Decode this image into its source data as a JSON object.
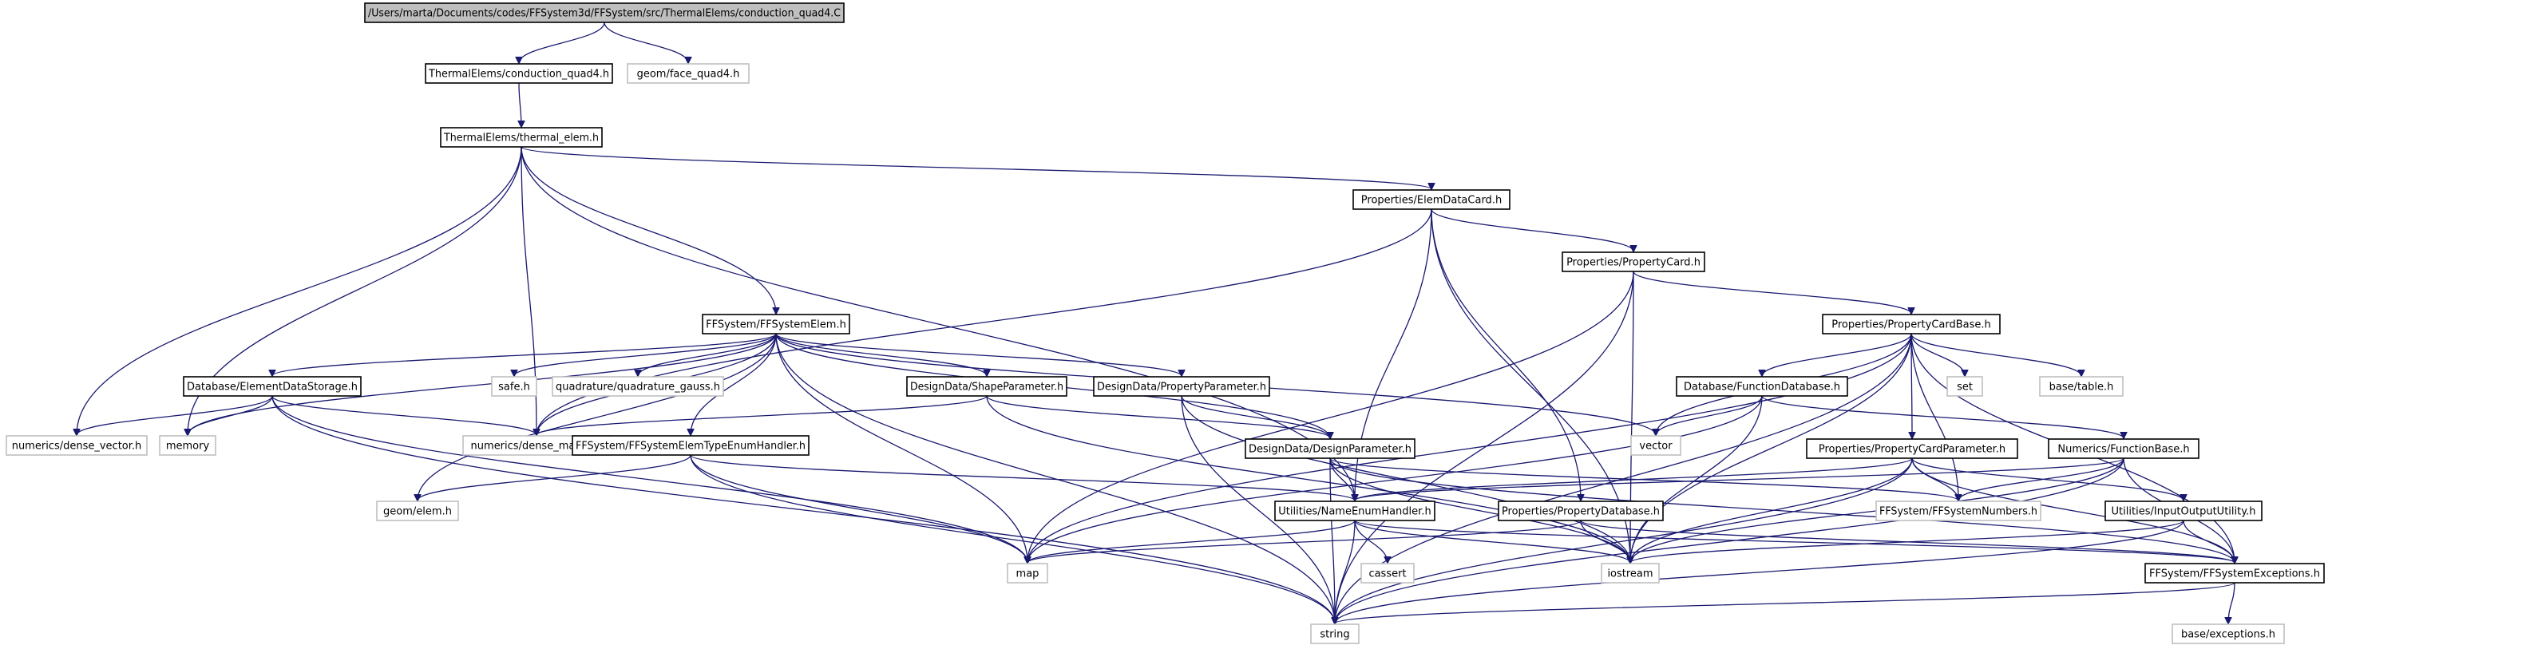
{
  "diagram": {
    "colors": {
      "edge": "#191970",
      "box_border": "#000000",
      "root_fill": "#bfbfbf",
      "leaf_border": "#bfbfbf",
      "text": "#000000"
    },
    "nodes": [
      {
        "id": "root",
        "label": "/Users/marta/Documents/codes/FFSystem3d/FFSystem/src/ThermalElems/conduction_quad4.C",
        "kind": "root"
      },
      {
        "id": "cq4h",
        "label": "ThermalElems/conduction_quad4.h",
        "kind": "file"
      },
      {
        "id": "gq4",
        "label": "geom/face_quad4.h",
        "kind": "leaf"
      },
      {
        "id": "tel",
        "label": "ThermalElems/thermal_elem.h",
        "kind": "file"
      },
      {
        "id": "edc",
        "label": "Properties/ElemDataCard.h",
        "kind": "file"
      },
      {
        "id": "pc",
        "label": "Properties/PropertyCard.h",
        "kind": "file"
      },
      {
        "id": "ffe",
        "label": "FFSystem/FFSystemElem.h",
        "kind": "file"
      },
      {
        "id": "pcb",
        "label": "Properties/PropertyCardBase.h",
        "kind": "file"
      },
      {
        "id": "eds",
        "label": "Database/ElementDataStorage.h",
        "kind": "file"
      },
      {
        "id": "safe",
        "label": "safe.h",
        "kind": "leaf"
      },
      {
        "id": "qg",
        "label": "quadrature/quadrature_gauss.h",
        "kind": "leaf"
      },
      {
        "id": "sp",
        "label": "DesignData/ShapeParameter.h",
        "kind": "file"
      },
      {
        "id": "pp",
        "label": "DesignData/PropertyParameter.h",
        "kind": "file"
      },
      {
        "id": "set",
        "label": "set",
        "kind": "leaf"
      },
      {
        "id": "bt",
        "label": "base/table.h",
        "kind": "leaf"
      },
      {
        "id": "fdb",
        "label": "Database/FunctionDatabase.h",
        "kind": "file"
      },
      {
        "id": "nv",
        "label": "numerics/dense_vector.h",
        "kind": "leaf"
      },
      {
        "id": "mem",
        "label": "memory",
        "kind": "leaf"
      },
      {
        "id": "ndm",
        "label": "numerics/dense_matrix.h",
        "kind": "leaf"
      },
      {
        "id": "fte",
        "label": "FFSystem/FFSystemElemTypeEnumHandler.h",
        "kind": "file"
      },
      {
        "id": "dp",
        "label": "DesignData/DesignParameter.h",
        "kind": "file"
      },
      {
        "id": "vec",
        "label": "vector",
        "kind": "leaf"
      },
      {
        "id": "pcp",
        "label": "Properties/PropertyCardParameter.h",
        "kind": "file"
      },
      {
        "id": "nfb",
        "label": "Numerics/FunctionBase.h",
        "kind": "file"
      },
      {
        "id": "ge",
        "label": "geom/elem.h",
        "kind": "leaf"
      },
      {
        "id": "ne",
        "label": "Utilities/NameEnumHandler.h",
        "kind": "file"
      },
      {
        "id": "pdb",
        "label": "Properties/PropertyDatabase.h",
        "kind": "file"
      },
      {
        "id": "ffn",
        "label": "FFSystem/FFSystemNumbers.h",
        "kind": "leaf"
      },
      {
        "id": "io",
        "label": "Utilities/InputOutputUtility.h",
        "kind": "file"
      },
      {
        "id": "map",
        "label": "map",
        "kind": "leaf"
      },
      {
        "id": "cas",
        "label": "cassert",
        "kind": "leaf"
      },
      {
        "id": "ios",
        "label": "iostream",
        "kind": "leaf"
      },
      {
        "id": "ffx",
        "label": "FFSystem/FFSystemExceptions.h",
        "kind": "file"
      },
      {
        "id": "str",
        "label": "string",
        "kind": "leaf"
      },
      {
        "id": "bex",
        "label": "base/exceptions.h",
        "kind": "leaf"
      }
    ]
  }
}
